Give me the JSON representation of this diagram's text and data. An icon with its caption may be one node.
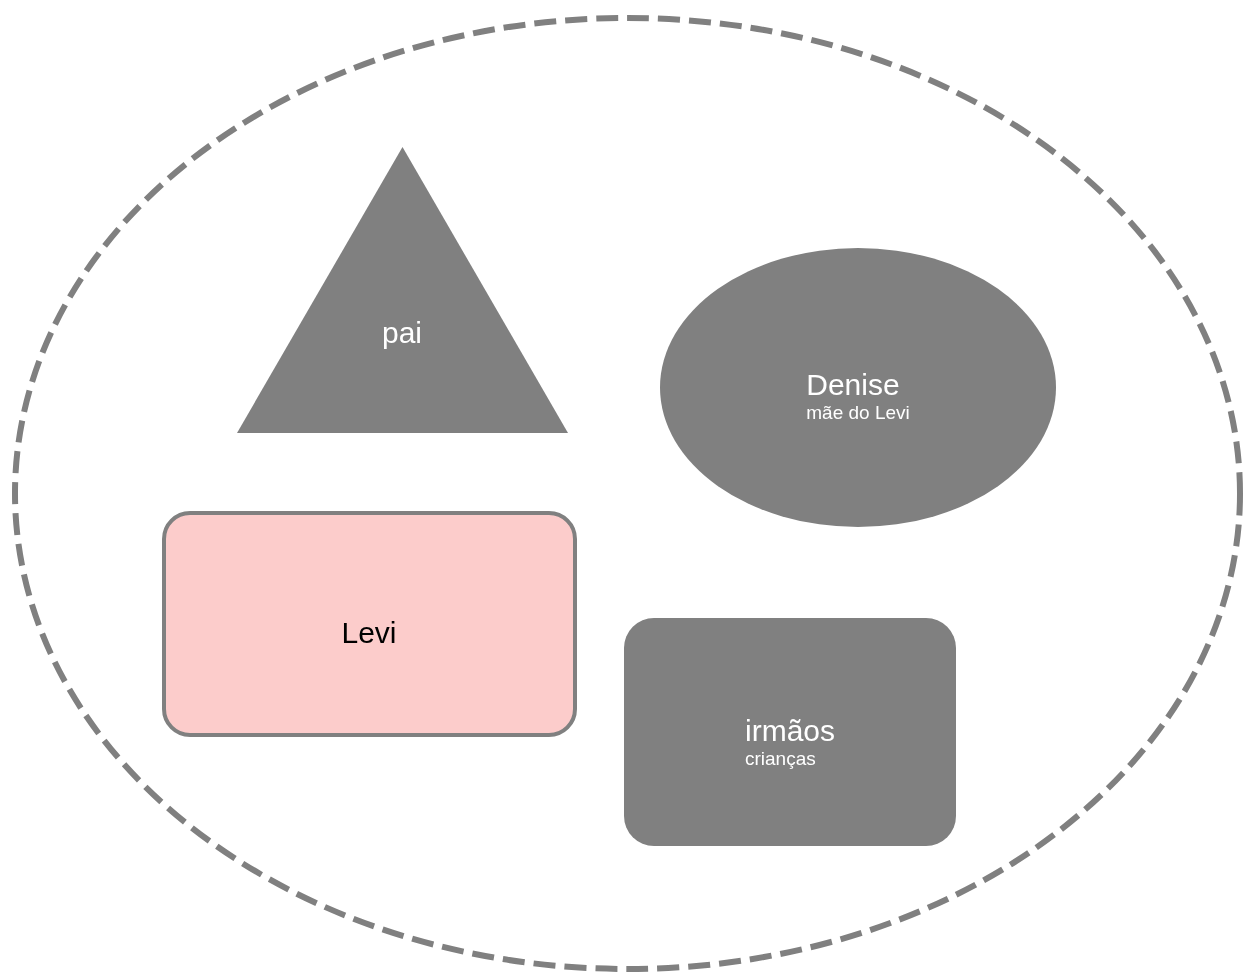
{
  "diagram": {
    "nodes": [
      {
        "text": [],
        "shape": "ellipse"
      },
      {
        "text": [
          "pai"
        ],
        "in": 0
      },
      {
        "text": [
          "Denise",
          "mãe do Levi"
        ],
        "in": 0
      },
      {
        "text": [
          "Levi"
        ],
        "in": 0
      },
      {
        "text": [
          "irmãos",
          "crianças"
        ],
        "in": 0
      }
    ],
    "edges": []
  }
}
